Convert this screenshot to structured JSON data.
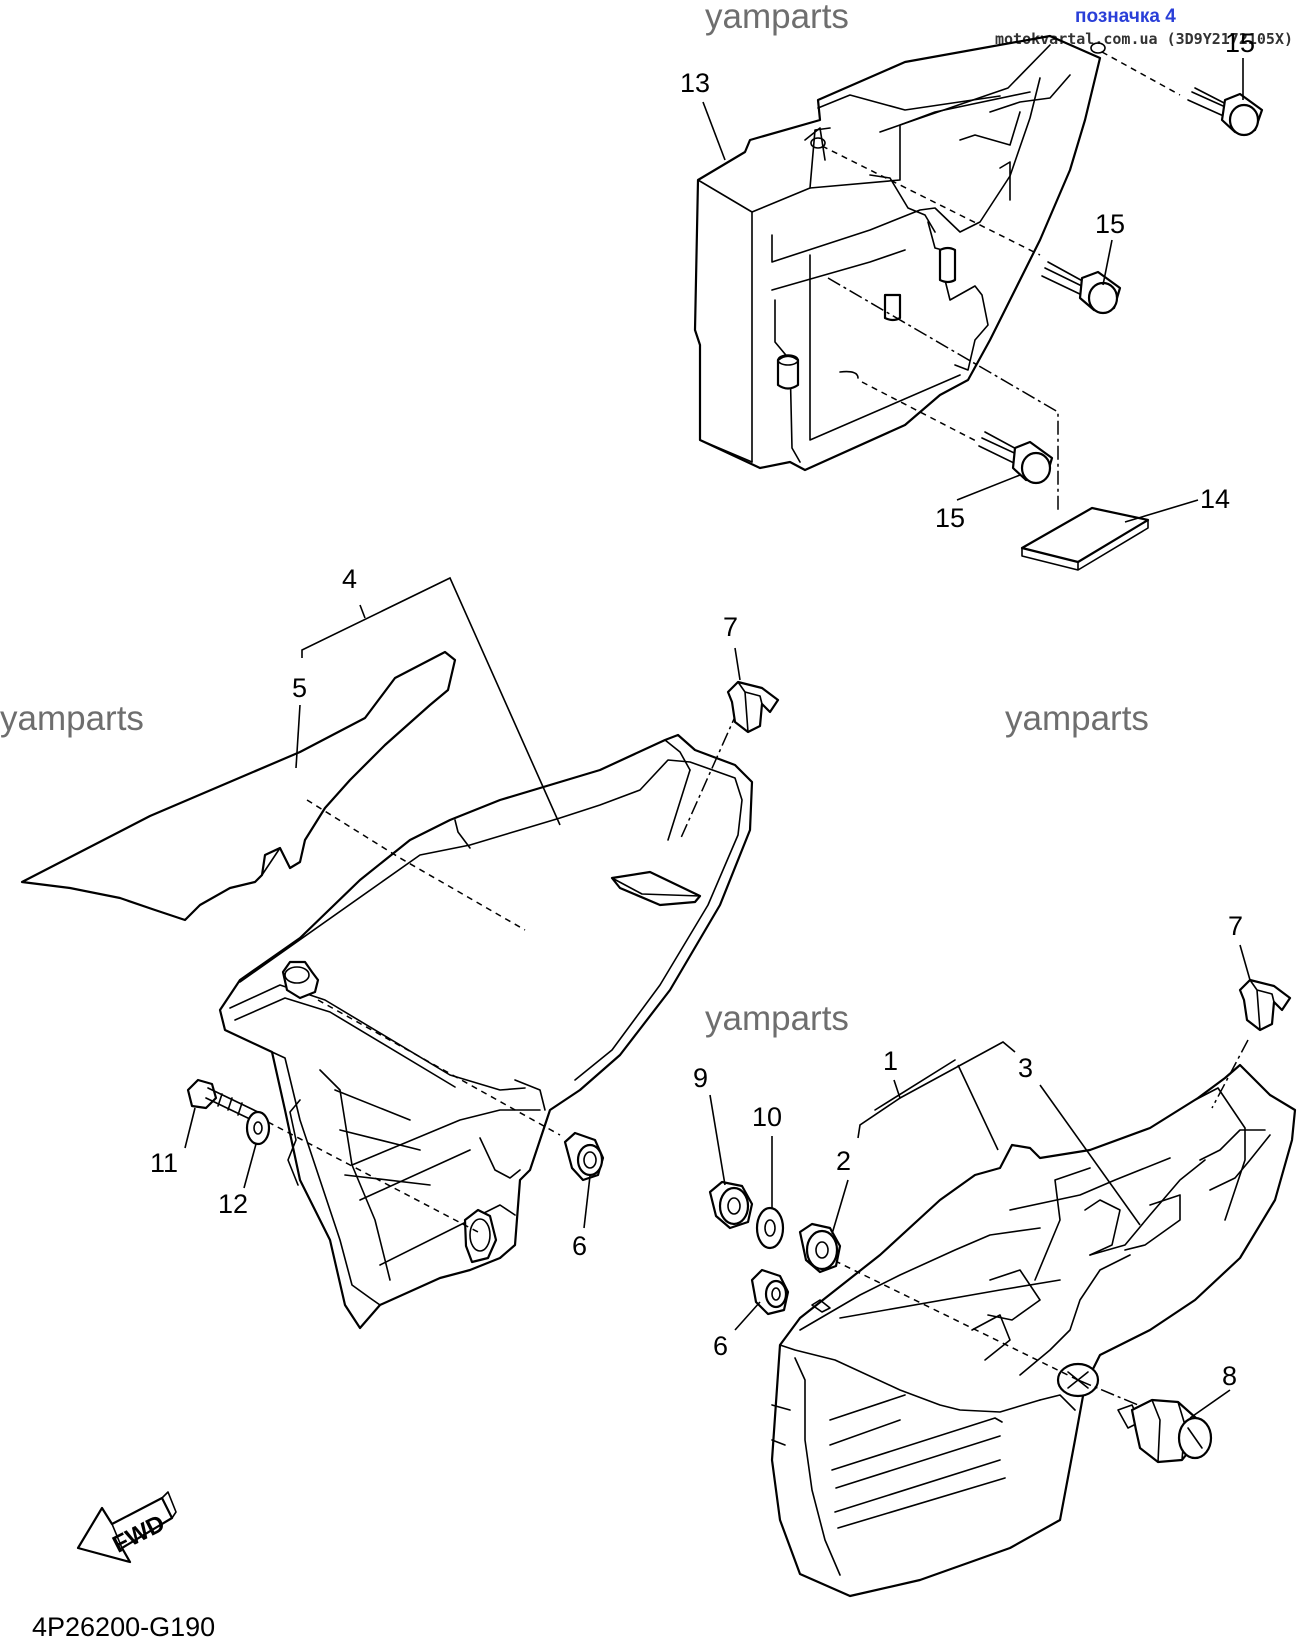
{
  "header": {
    "bookmark": "позначка 4",
    "source": "motokvartal.com.ua (3D9Y2172105X)"
  },
  "watermarks": [
    "yamparts",
    "yamparts",
    "yamparts",
    "yamparts"
  ],
  "callouts": {
    "c1": "1",
    "c2": "2",
    "c3": "3",
    "c4": "4",
    "c5": "5",
    "c6a": "6",
    "c6b": "6",
    "c7a": "7",
    "c7b": "7",
    "c8": "8",
    "c9": "9",
    "c10": "10",
    "c11": "11",
    "c12": "12",
    "c13": "13",
    "c14": "14",
    "c15a": "15",
    "c15b": "15",
    "c15c": "15"
  },
  "fwd_label": "FWD",
  "diagram_code": "4P26200-G190"
}
